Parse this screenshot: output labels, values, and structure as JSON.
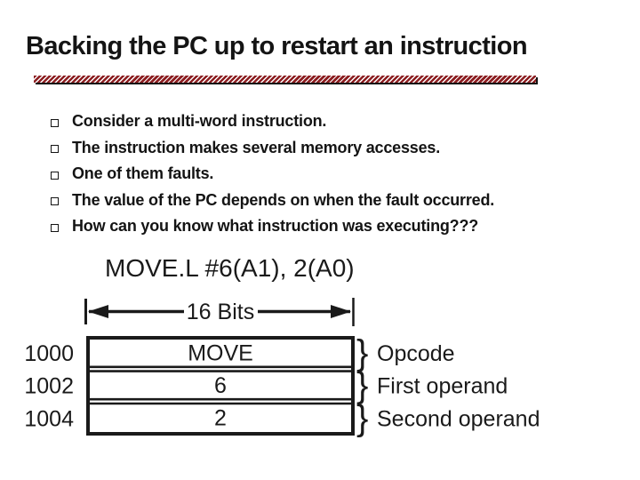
{
  "title": "Backing the PC up to restart an instruction",
  "colors": {
    "hatch_red": "#8b1d20",
    "ink": "#141414",
    "background": "#ffffff"
  },
  "bullets": [
    "Consider a multi-word instruction.",
    "The instruction makes several memory accesses.",
    "One of them faults.",
    "The value of the PC depends on when the fault occurred.",
    "How can you know what instruction was executing???"
  ],
  "diagram": {
    "instruction": "MOVE.L #6(A1), 2(A0)",
    "width_label": "16 Bits",
    "brace_glyph": "}",
    "rows": [
      {
        "address": "1000",
        "value": "MOVE",
        "label": "Opcode"
      },
      {
        "address": "1002",
        "value": "6",
        "label": "First operand"
      },
      {
        "address": "1004",
        "value": "2",
        "label": "Second operand"
      }
    ]
  }
}
